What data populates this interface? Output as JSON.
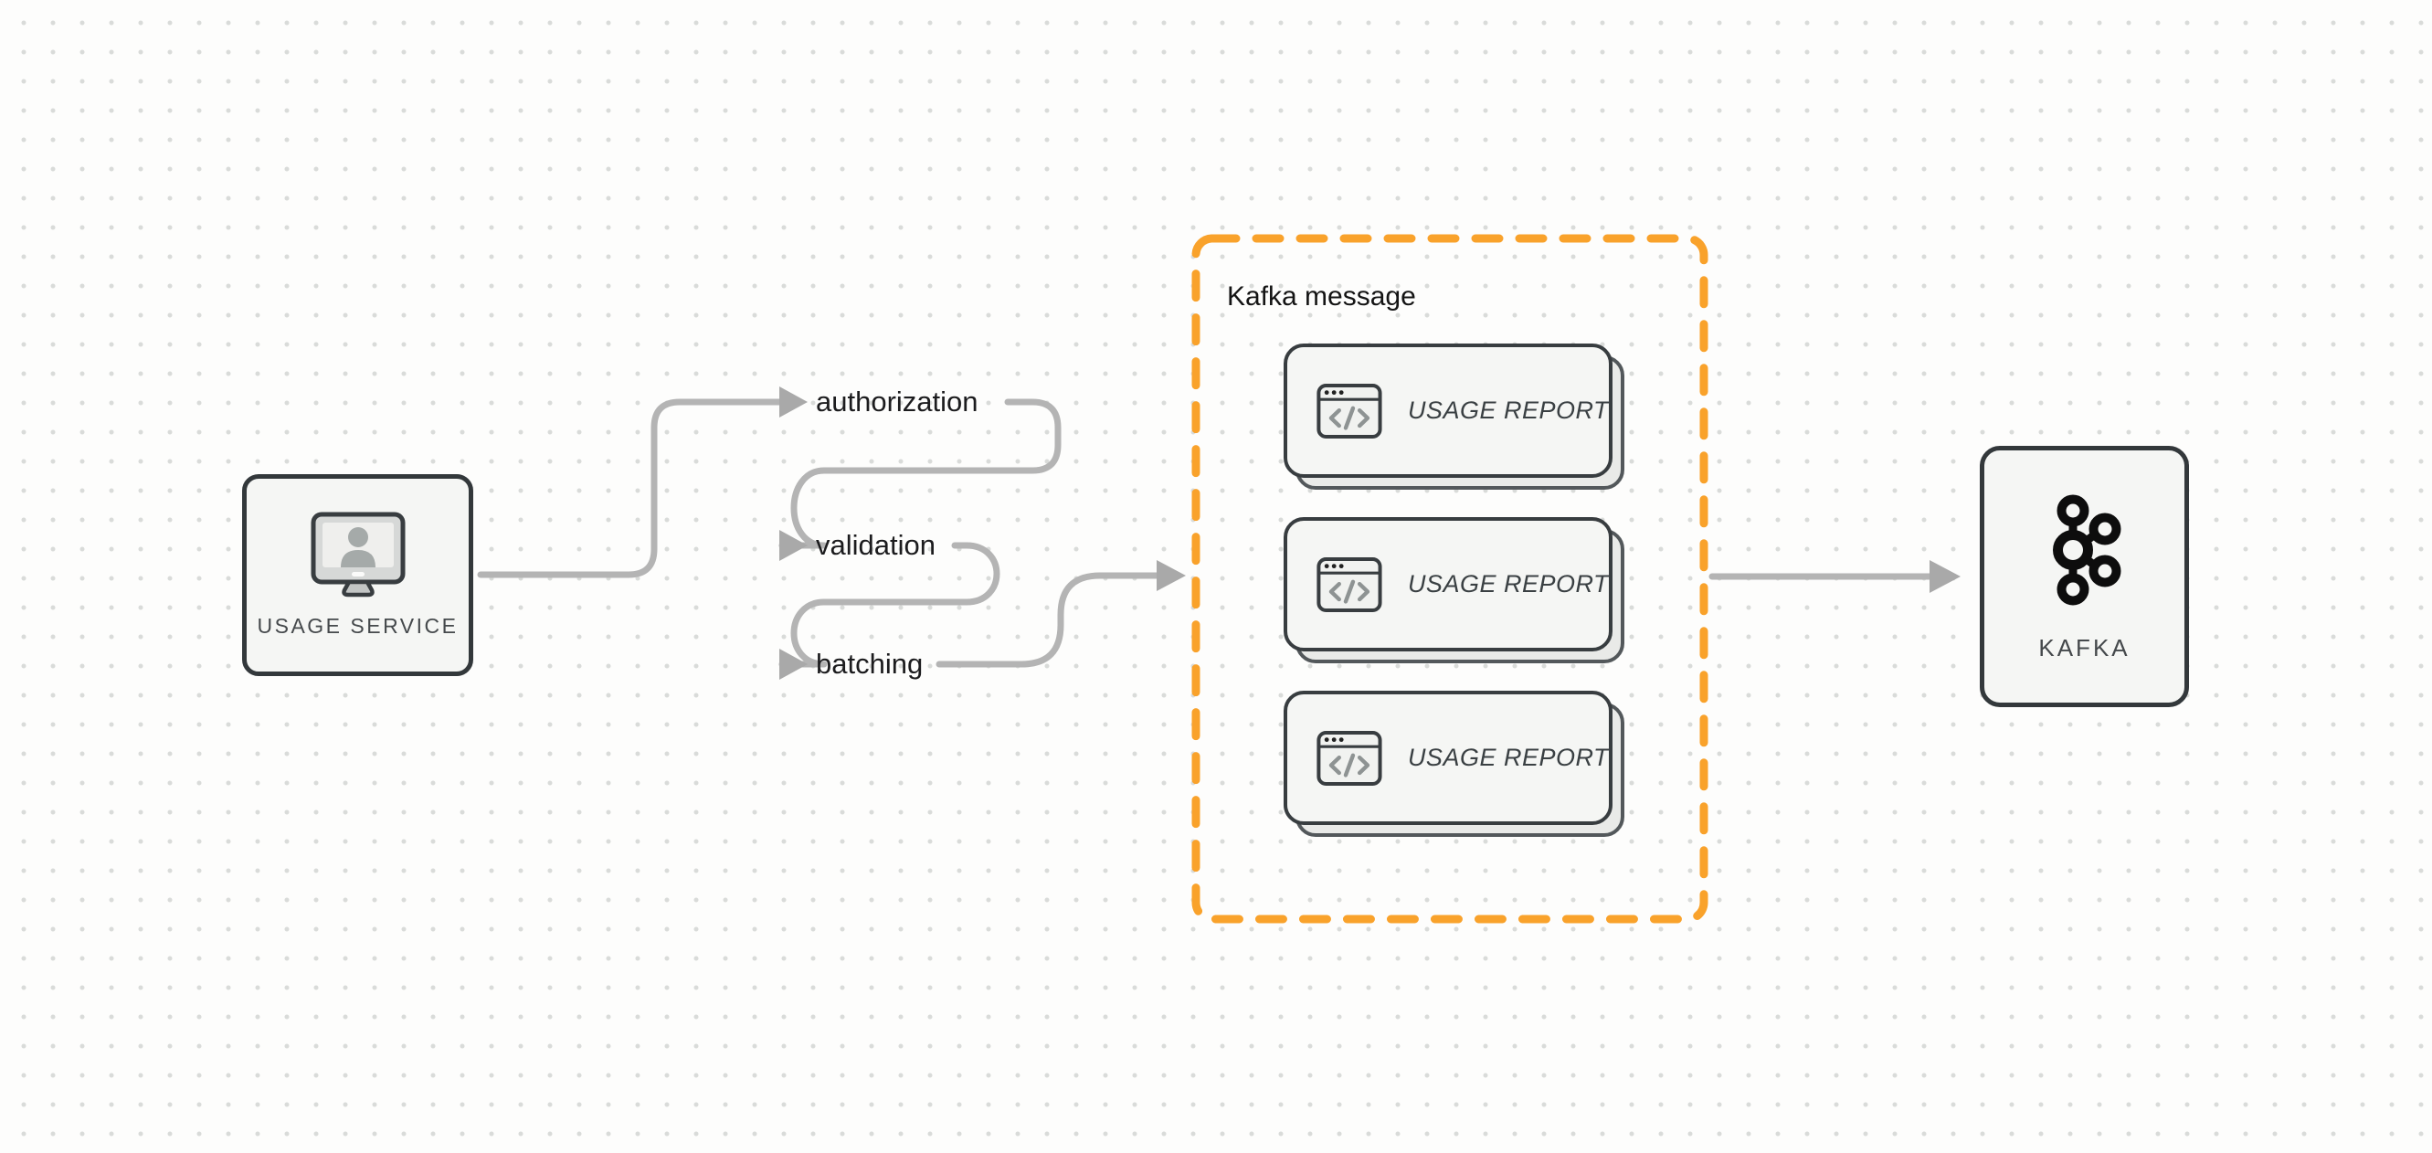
{
  "diagram": {
    "source": {
      "label": "USAGE SERVICE"
    },
    "steps": [
      {
        "label": "authorization"
      },
      {
        "label": "validation"
      },
      {
        "label": "batching"
      }
    ],
    "group": {
      "title": "Kafka message",
      "cards": [
        {
          "label": "USAGE REPORT"
        },
        {
          "label": "USAGE REPORT"
        },
        {
          "label": "USAGE REPORT"
        }
      ]
    },
    "target": {
      "label": "KAFKA"
    },
    "colors": {
      "group_border_orange": "#F9A22B",
      "connector_gray": "#b4b4b4",
      "arrowhead_gray": "#a9a9a9",
      "node_border": "#33383b",
      "node_fill": "#f5f6f4"
    }
  }
}
